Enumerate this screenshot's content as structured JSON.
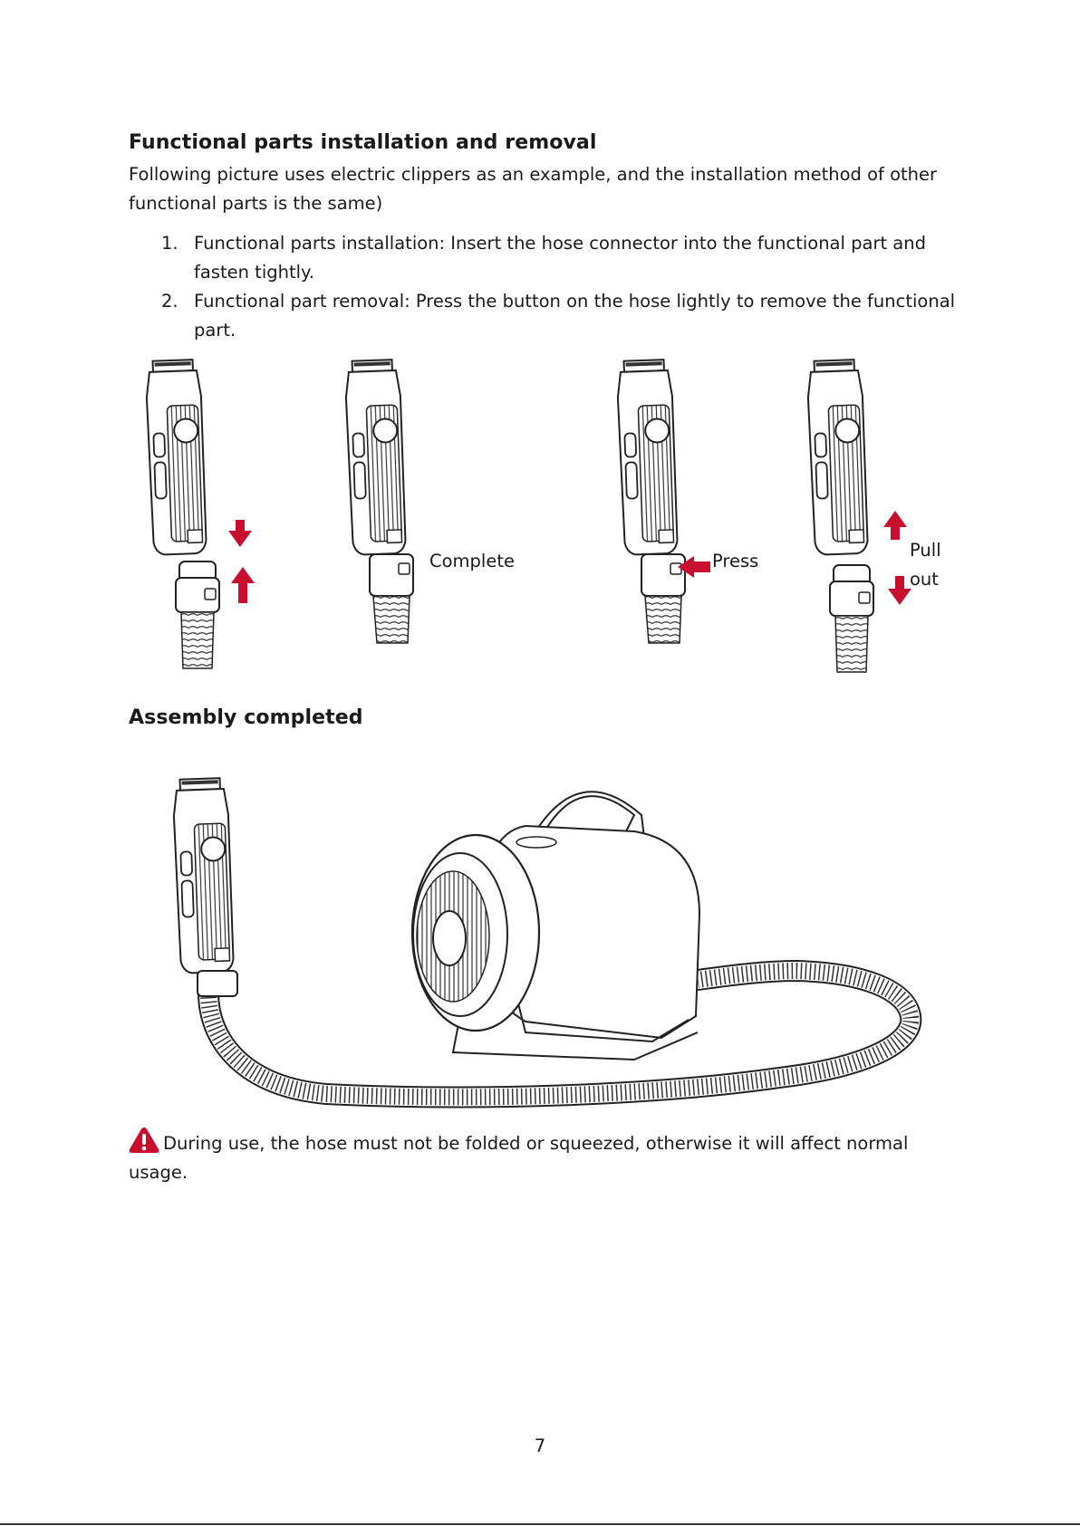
{
  "section1": {
    "title": "Functional parts installation and removal",
    "intro": "Following picture uses electric clippers as an example, and the installation method of other functional parts is the same)",
    "steps": [
      {
        "num": "1.",
        "text": "Functional parts installation: Insert the hose connector into the functional part and fasten tightly."
      },
      {
        "num": "2.",
        "text": "Functional part removal: Press the button on the hose lightly to remove the functional part."
      }
    ]
  },
  "figure_labels": {
    "complete": "Complete",
    "press": "Press",
    "pull": "Pull",
    "out": "out"
  },
  "section2": {
    "title": "Assembly completed"
  },
  "warning": {
    "icon": "warning-triangle-icon",
    "text": "During use, the hose must not be folded or squeezed, otherwise it will affect normal usage."
  },
  "page_number": "7",
  "colors": {
    "arrow_red": "#c8102e",
    "line_art": "#222222"
  }
}
